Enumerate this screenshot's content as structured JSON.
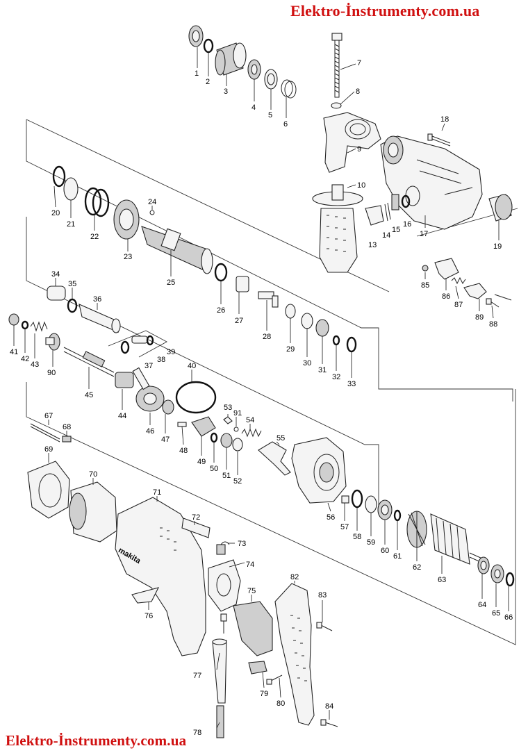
{
  "header": {
    "watermark_top": "Elektro-İnstrumenty.com.ua",
    "watermark_bottom": "Elektro-İnstrumenty.com.ua"
  },
  "colors": {
    "watermark": "#d01010",
    "line": "#111111"
  },
  "brand_on_housing": "makita",
  "part_numbers": [
    "1",
    "2",
    "3",
    "4",
    "5",
    "6",
    "7",
    "8",
    "9",
    "10",
    "13",
    "14",
    "15",
    "16",
    "17",
    "18",
    "19",
    "20",
    "21",
    "22",
    "23",
    "24",
    "25",
    "26",
    "27",
    "28",
    "29",
    "30",
    "31",
    "32",
    "33",
    "34",
    "35",
    "36",
    "37",
    "38",
    "39",
    "40",
    "41",
    "42",
    "43",
    "44",
    "45",
    "46",
    "47",
    "48",
    "49",
    "50",
    "51",
    "52",
    "53",
    "54",
    "55",
    "56",
    "57",
    "58",
    "59",
    "60",
    "61",
    "62",
    "63",
    "64",
    "65",
    "66",
    "67",
    "68",
    "69",
    "70",
    "71",
    "72",
    "73",
    "74",
    "75",
    "76",
    "77",
    "78",
    "79",
    "80",
    "82",
    "83",
    "84",
    "85",
    "86",
    "87",
    "88",
    "89",
    "90",
    "91"
  ]
}
